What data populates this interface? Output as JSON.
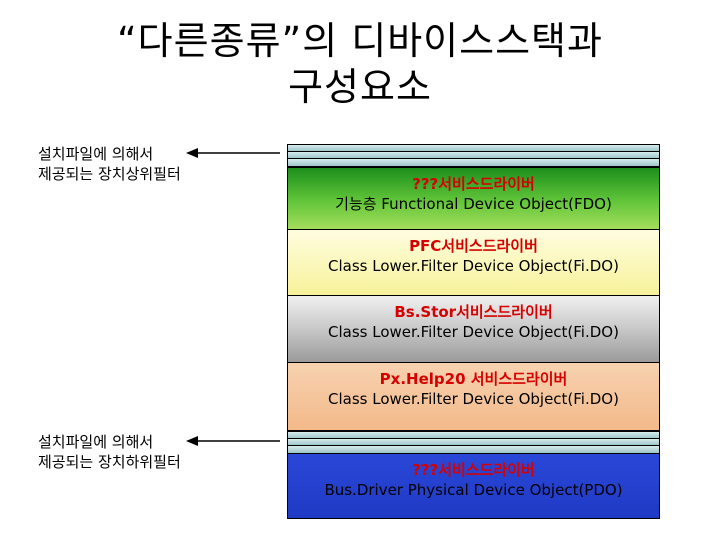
{
  "title": {
    "line1": "“다른종류”의 디바이스스택과",
    "line2": "구성요소"
  },
  "upper_filter_label": {
    "line1": "설치파일에 의해서",
    "line2": "제공되는 장치상위필터"
  },
  "lower_filter_label": {
    "line1": "설치파일에 의해서",
    "line2": "제공되는 장치하위필터"
  },
  "layers": {
    "fdo": {
      "driver": "???서비스드라이버",
      "object": "기능층 Functional Device Object(FDO)"
    },
    "pfc": {
      "driver": "PFC서비스드라이버",
      "object": "Class Lower.Filter Device Object(Fi.DO)"
    },
    "bsstor": {
      "driver": "Bs.Stor서비스드라이버",
      "object": "Class Lower.Filter Device Object(Fi.DO)"
    },
    "pxhelp": {
      "driver": "Px.Help20 서비스드라이버",
      "object": "Class Lower.Filter Device Object(Fi.DO)"
    },
    "pdo": {
      "driver": "???서비스드라이버",
      "object": "Bus.Driver Physical Device Object(PDO)"
    }
  },
  "colors": {
    "driver_text": "#d60000",
    "fdo": "#5cc236",
    "pfc": "#f9f4b0",
    "bsstor": "#c0c0c0",
    "pxhelp": "#f5c49a",
    "pdo": "#2340cf",
    "filter_band": "#b8d8dc"
  }
}
